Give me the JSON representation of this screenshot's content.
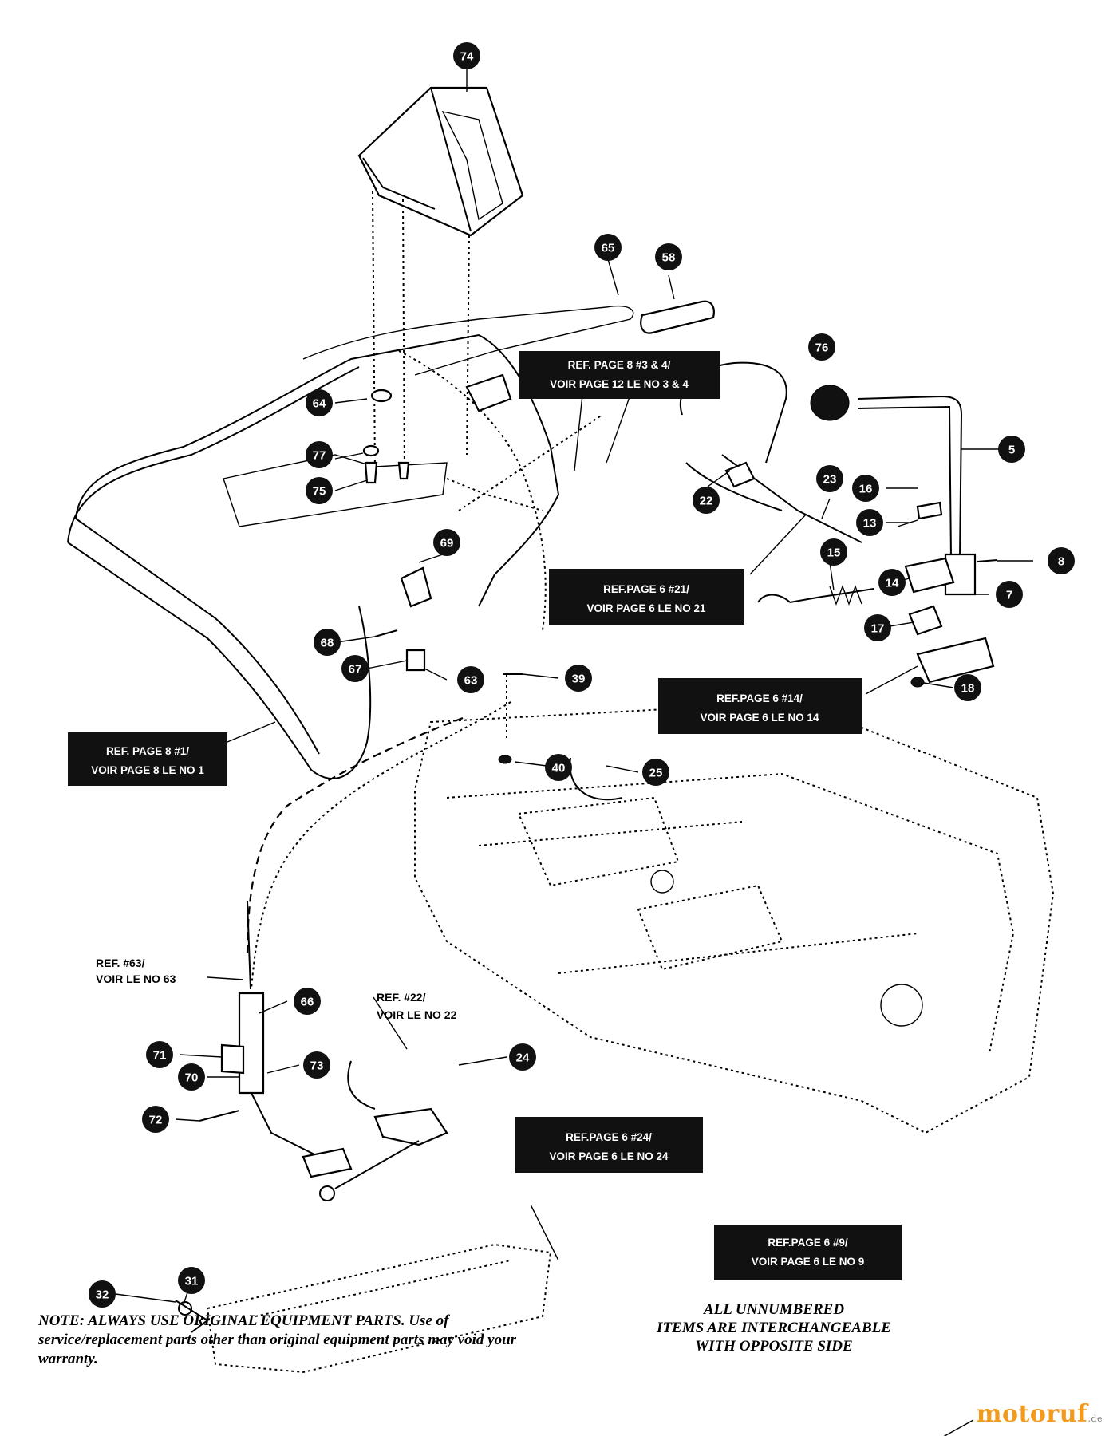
{
  "callouts": [
    "74",
    "65",
    "58",
    "76",
    "5",
    "64",
    "77",
    "75",
    "22",
    "23",
    "16",
    "13",
    "8",
    "15",
    "14",
    "7",
    "69",
    "68",
    "17",
    "67",
    "63",
    "39",
    "18",
    "40",
    "25",
    "66",
    "71",
    "24",
    "70",
    "73",
    "72",
    "32",
    "31"
  ],
  "ref_boxes": {
    "r1": {
      "line1": "REF. PAGE 8 #3 & 4/",
      "line2": "VOIR PAGE 12 LE NO 3 & 4"
    },
    "r2": {
      "line1": "REF.PAGE 6 #21/",
      "line2": "VOIR PAGE 6 LE NO 21"
    },
    "r3": {
      "line1": "REF.PAGE 6 #14/",
      "line2": "VOIR PAGE 6 LE NO 14"
    },
    "r4": {
      "line1": "REF. PAGE 8 #1/",
      "line2": "VOIR PAGE 8 LE NO 1"
    },
    "r5": {
      "line1": "REF.PAGE 6 #24/",
      "line2": "VOIR PAGE 6 LE NO 24"
    },
    "r6": {
      "line1": "REF.PAGE 6 #9/",
      "line2": "VOIR PAGE 6 LE NO 9"
    }
  },
  "ref_plain": {
    "p1": {
      "line1": "REF. #63/",
      "line2": "VOIR LE NO 63"
    },
    "p2": {
      "line1": "REF. #22/",
      "line2": "VOIR LE NO 22"
    }
  },
  "notes": {
    "warranty": "NOTE: ALWAYS USE ORIGINAL EQUIPMENT PARTS. Use of service/replacement parts other than original equipment parts may void your warranty.",
    "interchangeable_1": "ALL UNNUMBERED",
    "interchangeable_2": "ITEMS ARE INTERCHANGEABLE",
    "interchangeable_3": "WITH OPPOSITE SIDE"
  },
  "watermark": {
    "brand": "motoruf",
    "suffix": ".de",
    "color": "#f29a1c"
  }
}
